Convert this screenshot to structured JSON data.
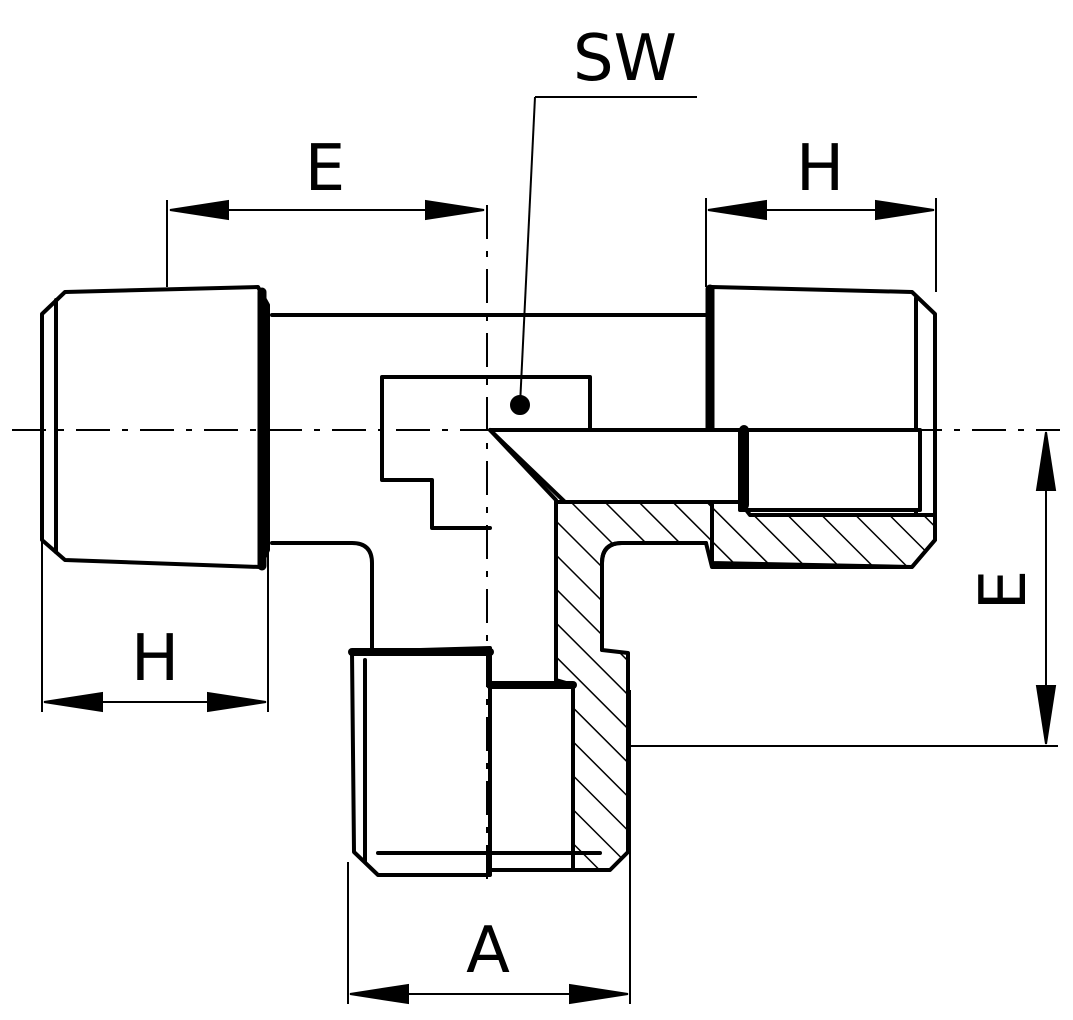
{
  "labels": {
    "sw": "SW",
    "e_top": "E",
    "h_top": "H",
    "h_bottom": "H",
    "e_right": "E",
    "a": "A"
  },
  "colors": {
    "ink": "#000000",
    "paper": "#ffffff"
  }
}
